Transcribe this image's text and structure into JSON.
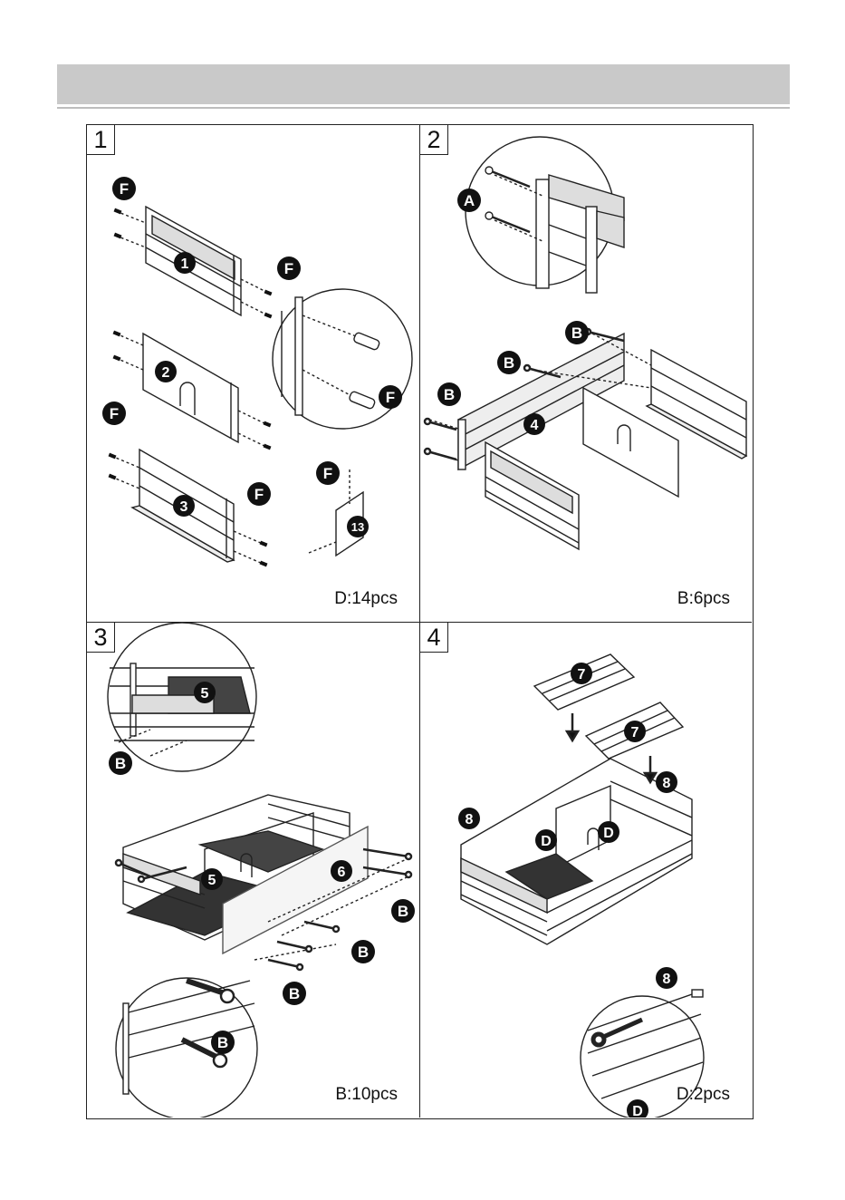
{
  "steps": [
    {
      "number": "1",
      "quantity": "D:14pcs",
      "labels": [
        "F",
        "F",
        "F",
        "F",
        "F",
        "F",
        "1",
        "2",
        "3",
        "13"
      ]
    },
    {
      "number": "2",
      "quantity": "B:6pcs",
      "labels": [
        "A",
        "B",
        "B",
        "B",
        "4"
      ]
    },
    {
      "number": "3",
      "quantity": "B:10pcs",
      "labels": [
        "5",
        "B",
        "5",
        "6",
        "B",
        "B",
        "B",
        "B"
      ]
    },
    {
      "number": "4",
      "quantity": "D:2pcs",
      "labels": [
        "7",
        "7",
        "8",
        "8",
        "D",
        "D",
        "8",
        "D"
      ]
    }
  ]
}
